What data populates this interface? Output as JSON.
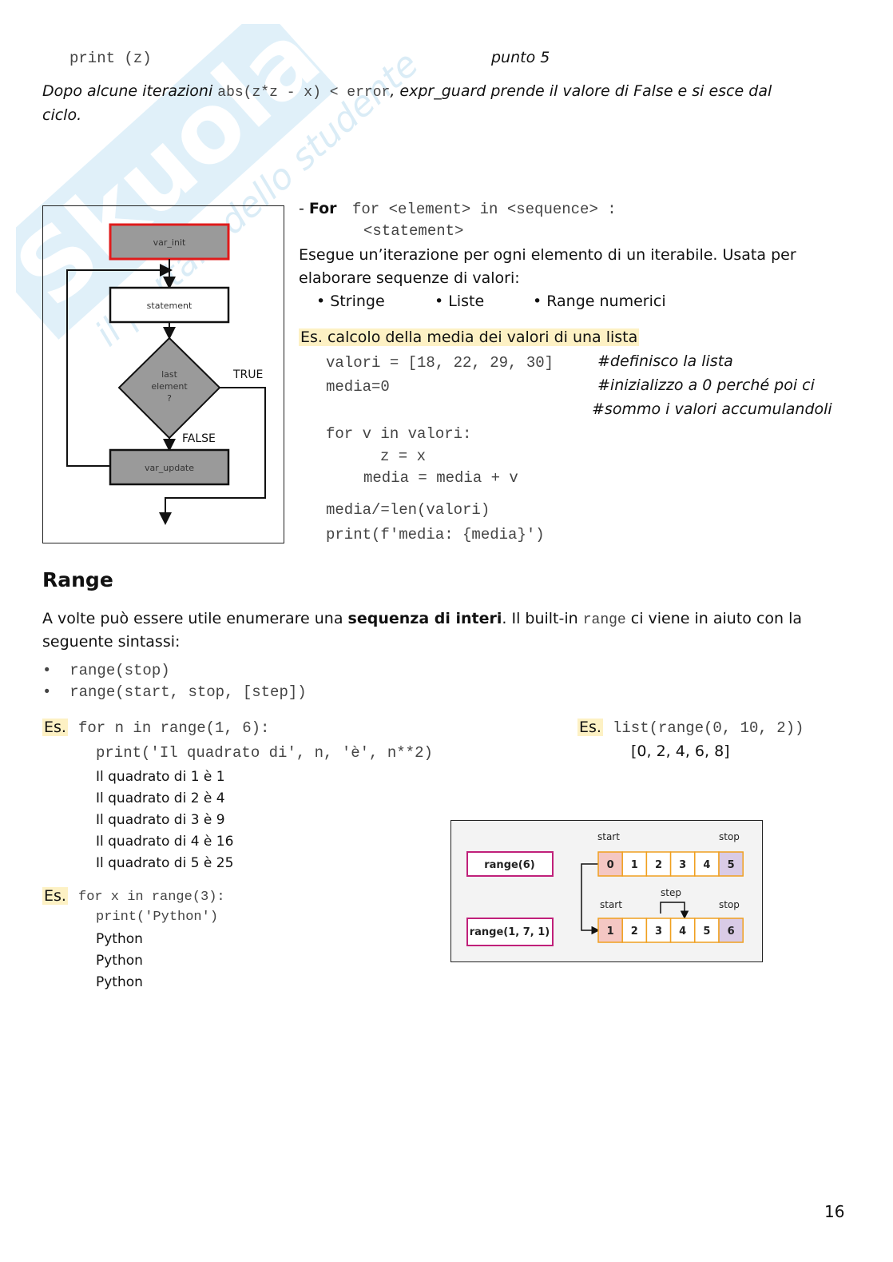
{
  "top": {
    "print_z": "print (z)",
    "punto": "punto 5",
    "dopo_1": "Dopo alcune iterazioni ",
    "dopo_code": "abs(z*z - x) < error",
    "dopo_2": ", expr_guard prende il valore di False e si esce dal",
    "dopo_3": "ciclo."
  },
  "watermark": {
    "main": "Skuola.net",
    "sub": "il portale dello studente"
  },
  "flowchart": {
    "var_init": "var_init",
    "statement": "statement",
    "decision_1": "last",
    "decision_2": "element",
    "decision_3": "?",
    "true_label": "TRUE",
    "false_label": "FALSE",
    "var_update": "var_update"
  },
  "for_section": {
    "dash": "- ",
    "keyword": "For",
    "syntax_1": "for <element> in <sequence> :",
    "syntax_2": "<statement>",
    "desc_1": "Esegue un’iterazione per ogni elemento di un iterabile. Usata per",
    "desc_2": "elaborare sequenze di valori:",
    "bullets": [
      "• Stringe",
      "• Liste",
      "• Range numerici"
    ],
    "example_title": "Es. calcolo della media dei valori di una lista",
    "code": [
      "valori = [18, 22, 29, 30]",
      "media=0",
      "for v in valori:",
      "z = x",
      "media = media + v",
      "media/=len(valori)",
      "print(f'media: {media}')"
    ],
    "comments": [
      "#definisco la lista",
      "#inizializzo a 0 perché poi ci",
      "#sommo i valori accumulandoli"
    ]
  },
  "range_section": {
    "title": "Range",
    "intro_1a": "A volte può essere utile enumerare una ",
    "intro_1b": "sequenza di interi",
    "intro_1c": ". Il built-in ",
    "intro_1d": "range",
    "intro_1e": " ci viene in aiuto con la",
    "intro_2": "seguente sintassi:",
    "syntax": [
      "range(stop)",
      "range(start, stop, [step])"
    ],
    "es_label": "Es.",
    "ex1_code_1": "for n in range(1, 6):",
    "ex1_code_2": "print('Il quadrato di', n, 'è', n**2)",
    "ex1_output": [
      "Il quadrato di 1 è 1",
      "Il quadrato di 2 è 4",
      "Il quadrato di 3 è 9",
      "Il quadrato di 4 è 16",
      "Il quadrato di 5 è 25"
    ],
    "ex2_code": "list(range(0, 10, 2))",
    "ex2_output": "[0, 2, 4, 6, 8]",
    "ex3_code_1": "for x in range(3):",
    "ex3_code_2": "print('Python')",
    "ex3_output": [
      "Python",
      "Python",
      "Python"
    ]
  },
  "range_diagram": {
    "range_a": "range(6)",
    "range_b": "range(1, 7, 1)",
    "start": "start",
    "stop": "stop",
    "step": "step",
    "row_a": [
      "0",
      "1",
      "2",
      "3",
      "4",
      "5"
    ],
    "row_b": [
      "1",
      "2",
      "3",
      "4",
      "5",
      "6"
    ],
    "colors": {
      "first": "#f4c7c3",
      "last": "#d9cbe6",
      "border": "#f0a020",
      "label_border": "#c0207a"
    }
  },
  "page_number": "16"
}
